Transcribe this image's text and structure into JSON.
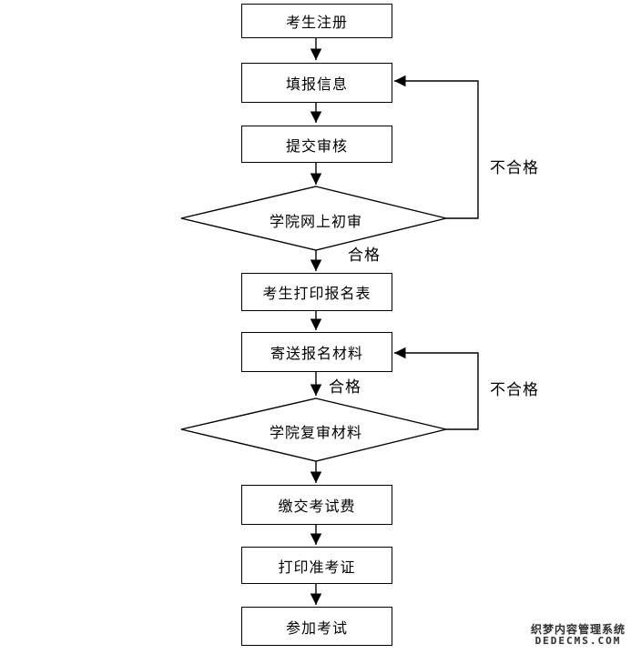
{
  "flowchart": {
    "nodes": [
      {
        "id": "register",
        "type": "process",
        "label": "考生注册"
      },
      {
        "id": "fill-info",
        "type": "process",
        "label": "填报信息"
      },
      {
        "id": "submit-review",
        "type": "process",
        "label": "提交审核"
      },
      {
        "id": "college-online-initial-review",
        "type": "decision",
        "label": "学院网上初审"
      },
      {
        "id": "print-application-form",
        "type": "process",
        "label": "考生打印报名表"
      },
      {
        "id": "mail-application-materials",
        "type": "process",
        "label": "寄送报名材料"
      },
      {
        "id": "college-material-recheck",
        "type": "decision",
        "label": "学院复审材料"
      },
      {
        "id": "pay-exam-fee",
        "type": "process",
        "label": "缴交考试费"
      },
      {
        "id": "print-admission-ticket",
        "type": "process",
        "label": "打印准考证"
      },
      {
        "id": "take-exam",
        "type": "process",
        "label": "参加考试"
      }
    ],
    "edge_labels": {
      "initial_review_pass": "合格",
      "initial_review_fail": "不合格",
      "recheck_pass": "合格",
      "recheck_fail": "不合格"
    },
    "colors": {
      "line": "#000000",
      "text": "#000000",
      "node_fill": "#ffffff"
    }
  },
  "watermark": {
    "line1": "织梦内容管理系统",
    "line2": "DEDECMS.COM"
  }
}
